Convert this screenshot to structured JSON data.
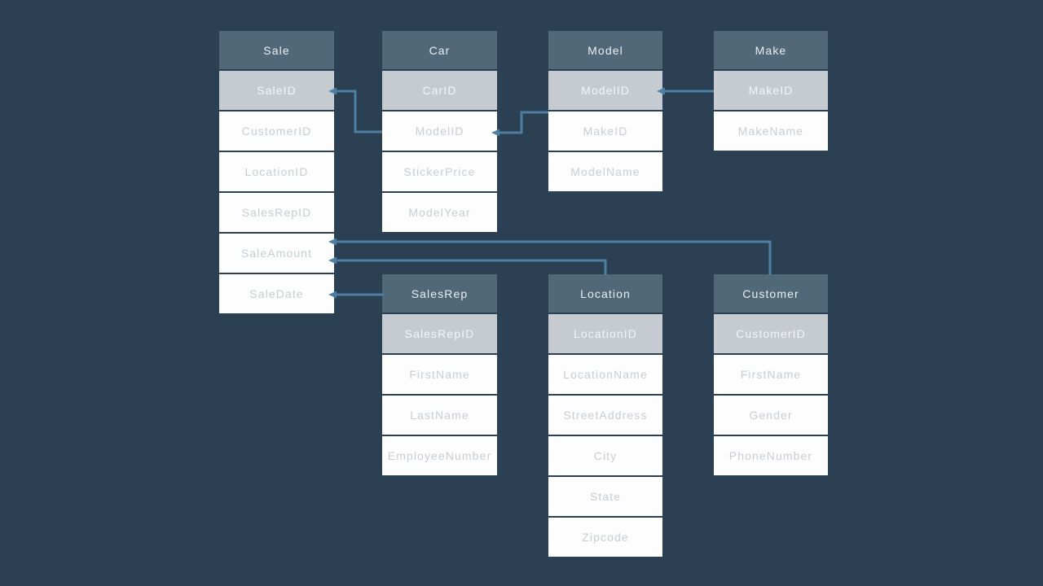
{
  "diagram_type": "database-schema",
  "colors": {
    "background": "#2b4153",
    "table_header": "#506878",
    "key_row_fill": "#c6cbd1",
    "key_row_text": "#f3f5f6",
    "row_fill": "#fdfdfd",
    "row_text": "#c7cdd3",
    "header_text": "#e9eef1",
    "connector": "#4e7ea2"
  },
  "tables": [
    {
      "name": "Sale",
      "fields": [
        {
          "label": "SaleID",
          "key": true
        },
        {
          "label": "CustomerID",
          "key": false
        },
        {
          "label": "LocationID",
          "key": false
        },
        {
          "label": "SalesRepID",
          "key": false
        },
        {
          "label": "SaleAmount",
          "key": false
        },
        {
          "label": "SaleDate",
          "key": false
        }
      ]
    },
    {
      "name": "Car",
      "fields": [
        {
          "label": "CarID",
          "key": true
        },
        {
          "label": "ModelID",
          "key": false
        },
        {
          "label": "StickerPrice",
          "key": false
        },
        {
          "label": "ModelYear",
          "key": false
        }
      ]
    },
    {
      "name": "Model",
      "fields": [
        {
          "label": "ModelID",
          "key": true
        },
        {
          "label": "MakeID",
          "key": false
        },
        {
          "label": "ModelName",
          "key": false
        }
      ]
    },
    {
      "name": "Make",
      "fields": [
        {
          "label": "MakeID",
          "key": true
        },
        {
          "label": "MakeName",
          "key": false
        }
      ]
    },
    {
      "name": "SalesRep",
      "fields": [
        {
          "label": "SalesRepID",
          "key": true
        },
        {
          "label": "FirstName",
          "key": false
        },
        {
          "label": "LastName",
          "key": false
        },
        {
          "label": "EmployeeNumber",
          "key": false
        }
      ]
    },
    {
      "name": "Location",
      "fields": [
        {
          "label": "LocationID",
          "key": true
        },
        {
          "label": "LocationName",
          "key": false
        },
        {
          "label": "StreetAddress",
          "key": false
        },
        {
          "label": "City",
          "key": false
        },
        {
          "label": "State",
          "key": false
        },
        {
          "label": "Zipcode",
          "key": false
        }
      ]
    },
    {
      "name": "Customer",
      "fields": [
        {
          "label": "CustomerID",
          "key": true
        },
        {
          "label": "FirstName",
          "key": false
        },
        {
          "label": "Gender",
          "key": false
        },
        {
          "label": "PhoneNumber",
          "key": false
        }
      ]
    }
  ],
  "connections": [
    {
      "arrow_end": "Sale.SaleID",
      "plain_end": "Car.ModelID"
    },
    {
      "arrow_end": "Car.ModelID",
      "plain_end": "Model.ModelID"
    },
    {
      "arrow_end": "Model.ModelID",
      "plain_end": "Make.MakeID"
    },
    {
      "arrow_end": "Sale.SaleDate",
      "plain_end": "SalesRep"
    },
    {
      "arrow_end": "Sale.SaleAmount",
      "plain_end": "Customer"
    },
    {
      "arrow_end": "Sale.SaleAmount",
      "plain_end": "Location"
    }
  ]
}
